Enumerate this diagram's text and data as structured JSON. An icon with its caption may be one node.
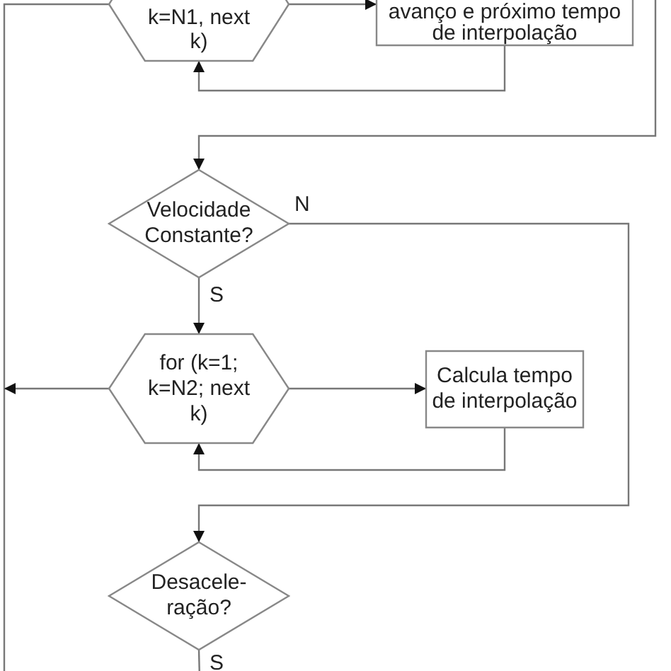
{
  "diagram": {
    "nodes": [
      {
        "text": [
          "k=N1, next k)"
        ]
      },
      {
        "text": [
          "avanço e próximo tempo de interpolação"
        ]
      },
      {
        "text": [
          "Velocidade Constante?"
        ]
      },
      {
        "text": [
          "for (k=1; k=N2; next k)"
        ]
      },
      {
        "text": [
          "Calcula tempo de interpolação"
        ]
      },
      {
        "text": [
          "Desacele- ração?"
        ]
      }
    ],
    "edges": [
      {
        "from": 0,
        "to": 1,
        "arrow": "to"
      },
      {
        "from": 1,
        "to": 0,
        "arrow": "to"
      },
      {
        "from": 0,
        "to": null,
        "arrow": "none"
      },
      {
        "from": null,
        "to": 2,
        "arrow": "to"
      },
      {
        "from": 2,
        "to": 3,
        "arrow": "to",
        "label": "S"
      },
      {
        "from": 2,
        "to": 5,
        "arrow": "to",
        "label": "N"
      },
      {
        "from": 3,
        "to": 4,
        "arrow": "to"
      },
      {
        "from": 4,
        "to": 3,
        "arrow": "to"
      },
      {
        "from": 3,
        "to": null,
        "arrow": "to"
      },
      {
        "from": 5,
        "to": null,
        "arrow": "none",
        "label": "S"
      }
    ]
  }
}
